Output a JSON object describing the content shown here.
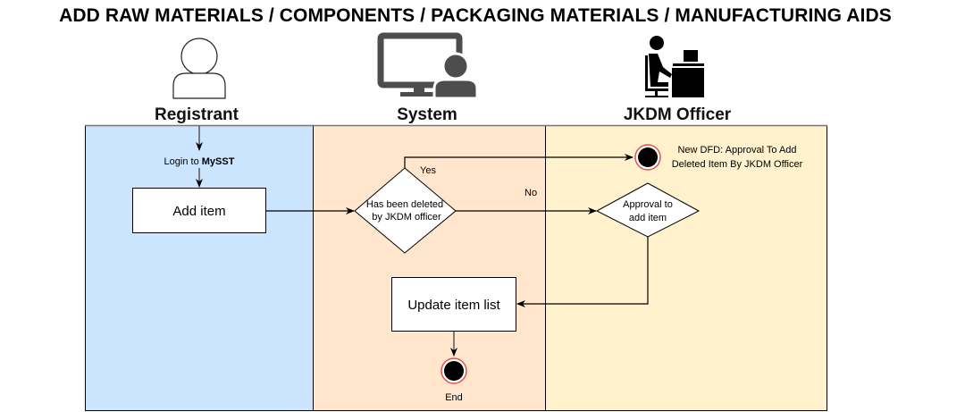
{
  "title": "ADD RAW MATERIALS / COMPONENTS / PACKAGING MATERIALS / MANUFACTURING AIDS",
  "lanes": [
    {
      "name": "Registrant",
      "icon": "person-outline-icon",
      "color": "#cce5ff"
    },
    {
      "name": "System",
      "icon": "computer-user-icon",
      "color": "#ffe6cc"
    },
    {
      "name": "JKDM Officer",
      "icon": "officer-at-desk-icon",
      "color": "#fff2cc"
    }
  ],
  "nodes": {
    "login_label_prefix": "Login to ",
    "login_label_bold": "MySST",
    "add_item": "Add item",
    "decision_deleted": [
      "Has been deleted",
      "by JKDM officer"
    ],
    "yes_label": "Yes",
    "no_label": "No",
    "new_dfd": [
      "New DFD: Approval To Add",
      "Deleted Item By JKDM Officer"
    ],
    "approval": [
      "Approval to",
      "add item"
    ],
    "update_list": "Update item list",
    "end_label": "End"
  },
  "colors": {
    "end_ring": "#e0524a",
    "line": "#000000",
    "icon_dark": "#4d4d4d"
  }
}
